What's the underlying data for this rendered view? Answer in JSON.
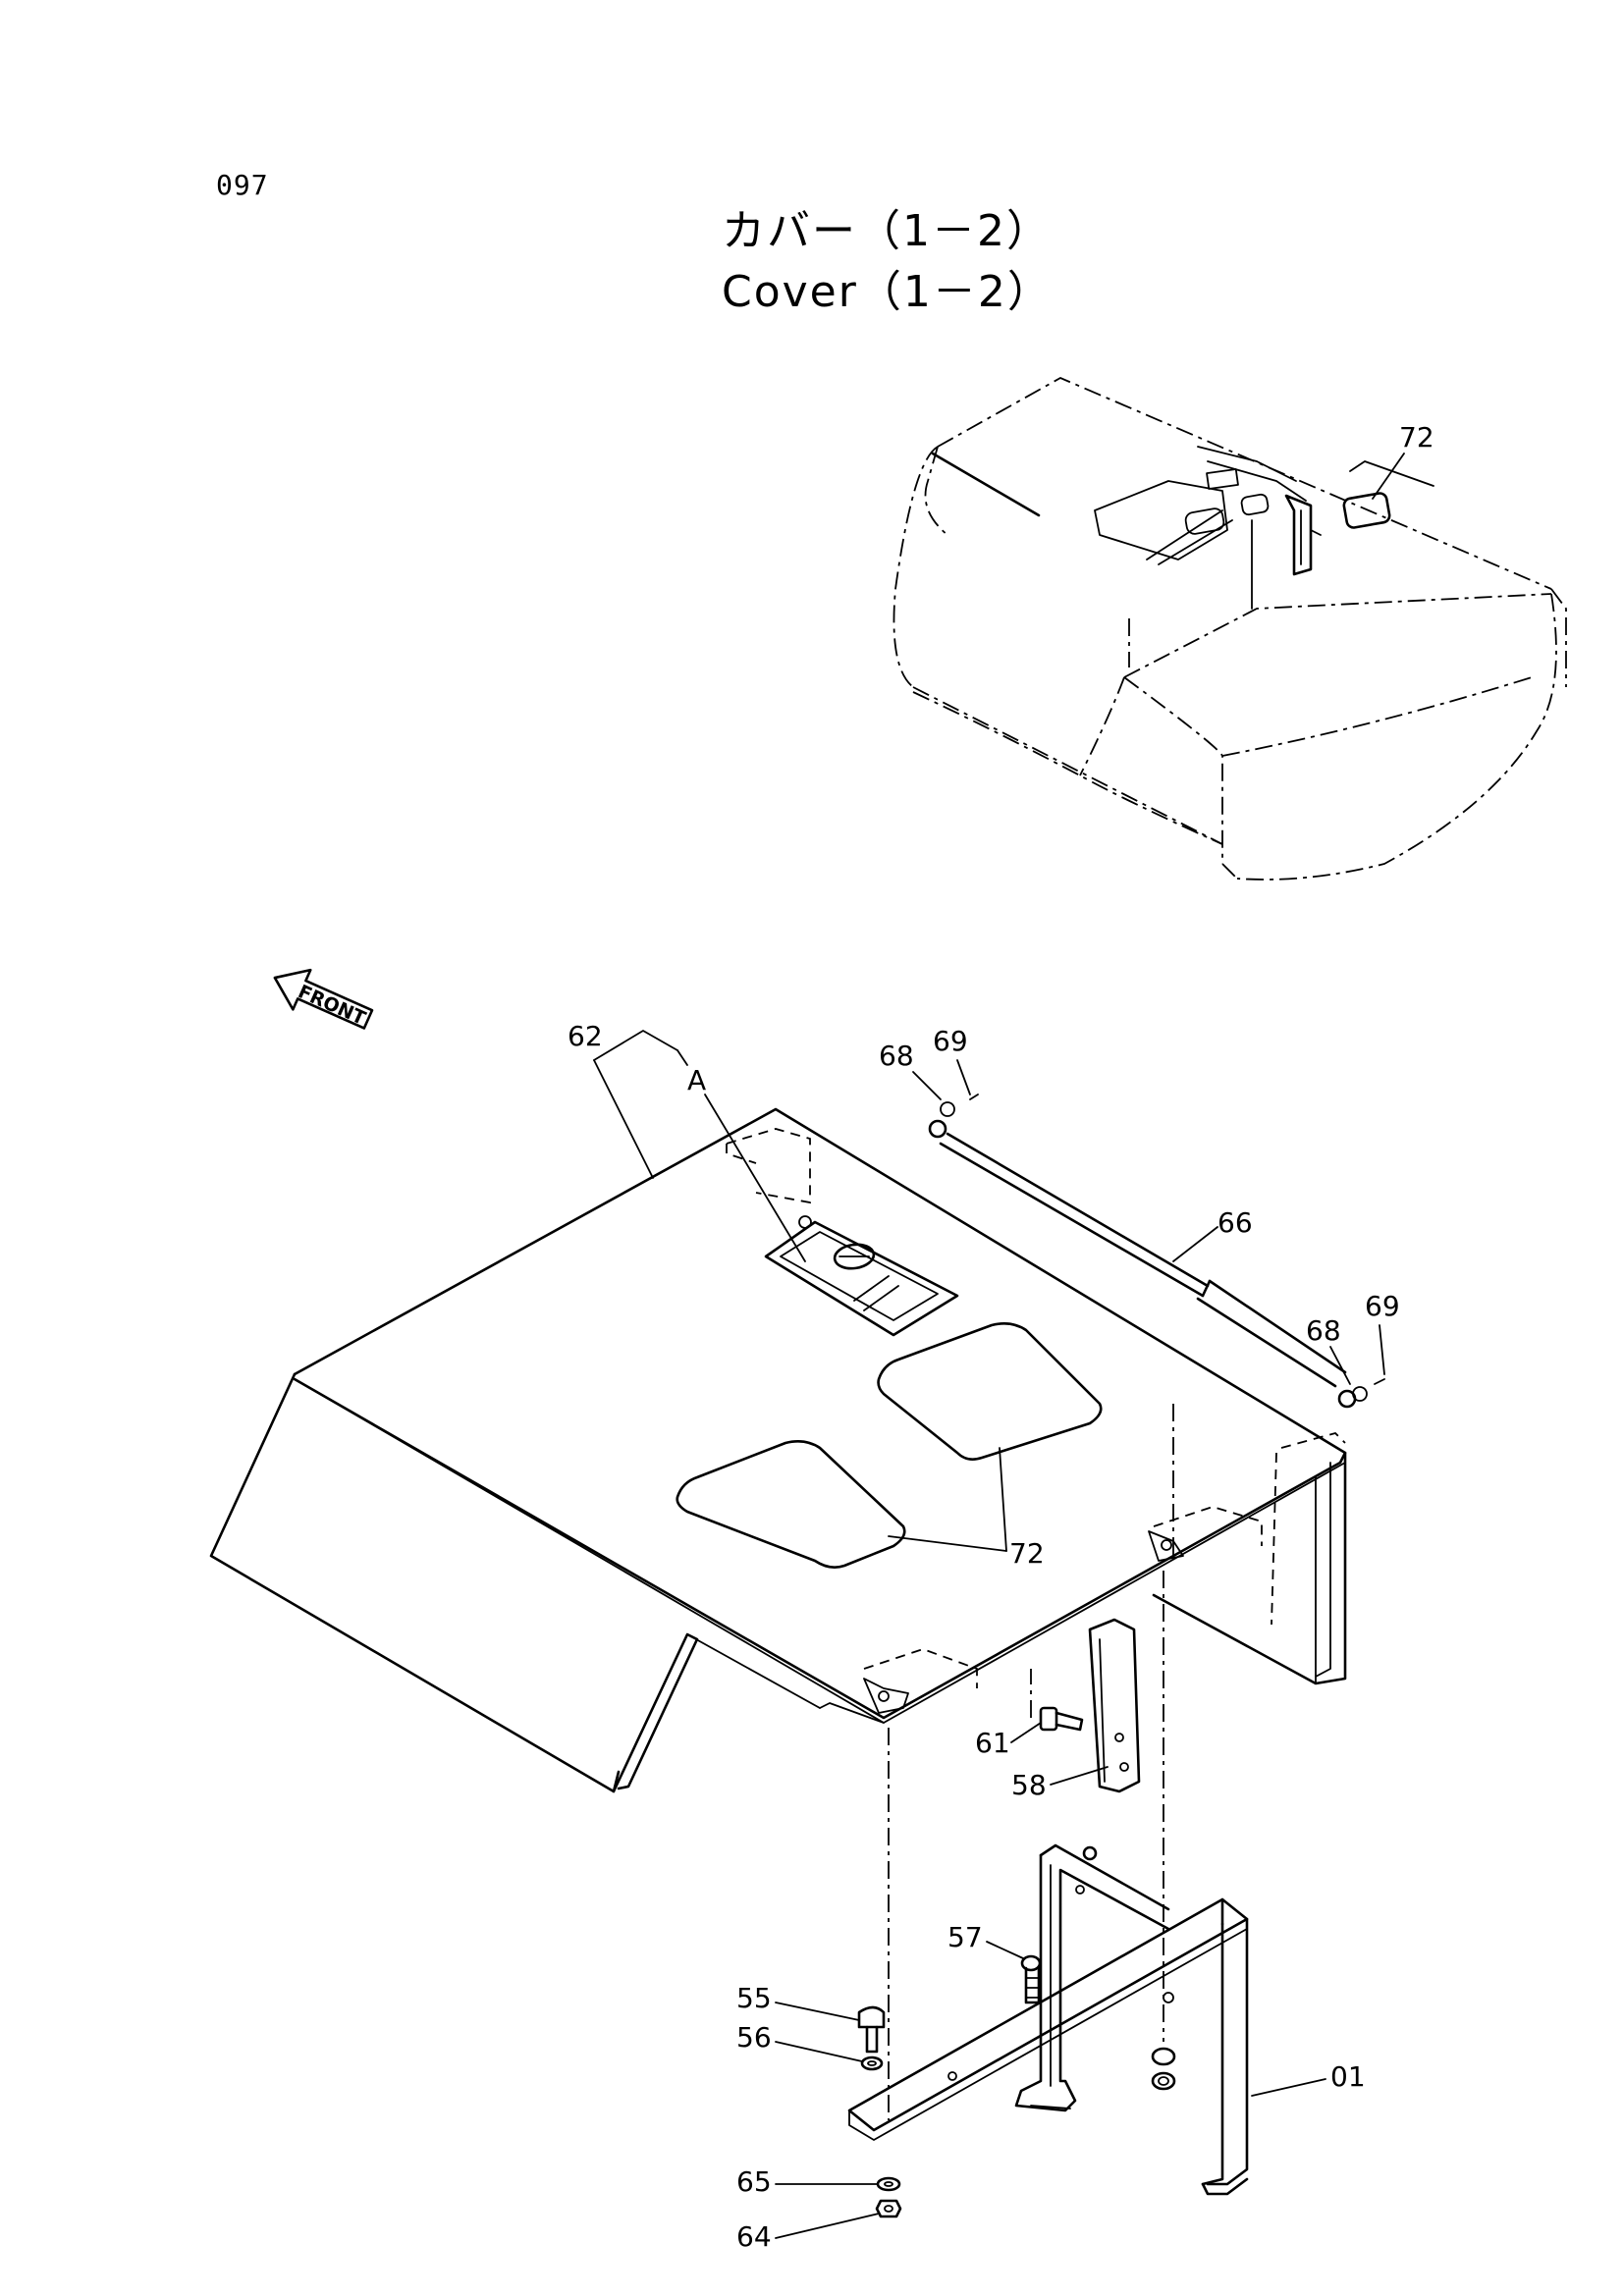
{
  "page": {
    "number": "097"
  },
  "title": {
    "japanese": "カバー（1－2）",
    "english": "Cover（1－2）"
  },
  "front_arrow": {
    "label": "FRONT"
  },
  "callouts": {
    "c01": "01",
    "c55": "55",
    "c56": "56",
    "c57": "57",
    "c58": "58",
    "c61": "61",
    "c62": "62",
    "c64": "64",
    "c65": "65",
    "c66": "66",
    "c68a": "68",
    "c68b": "68",
    "c69a": "69",
    "c69b": "69",
    "c72_top": "72",
    "c72_main": "72",
    "cA": "A"
  }
}
